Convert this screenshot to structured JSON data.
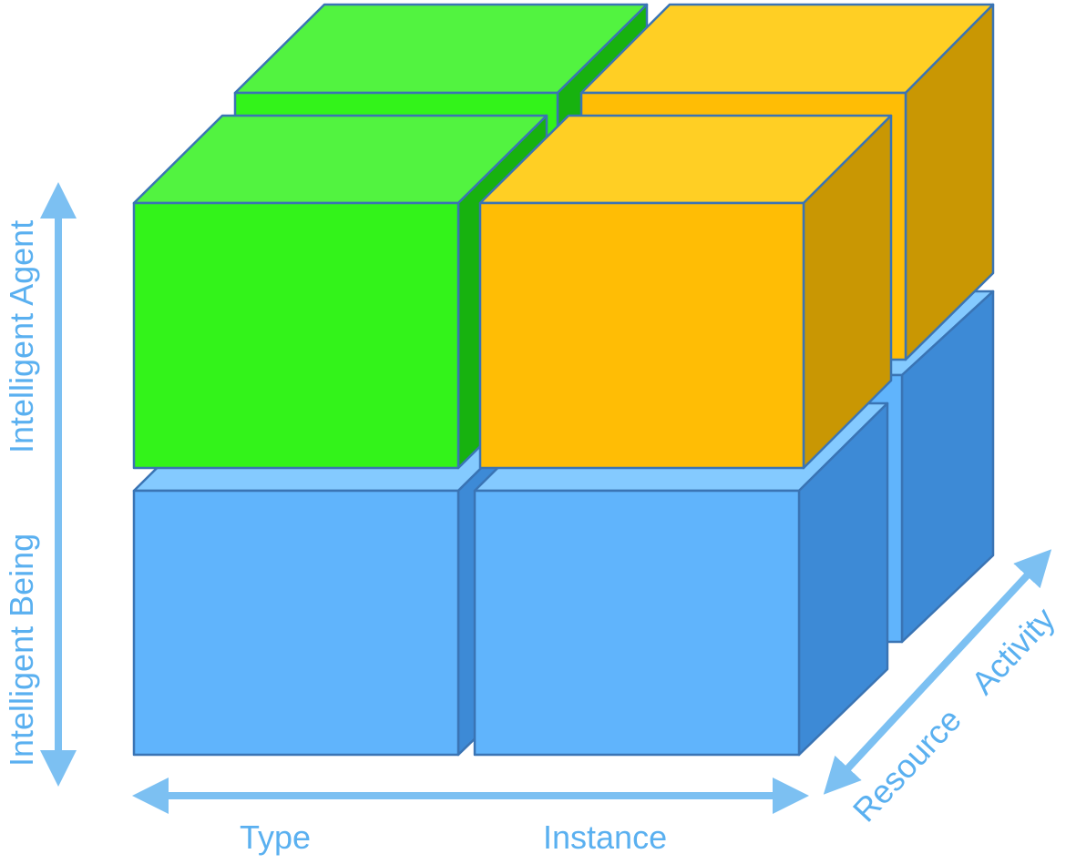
{
  "axes": {
    "horizontal": {
      "labels": [
        "Type",
        "Instance"
      ]
    },
    "vertical": {
      "labels": [
        "Intelligent Being",
        "Intelligent Agent"
      ]
    },
    "depth": {
      "labels": [
        "Resource",
        "Activity"
      ]
    }
  },
  "colors": {
    "axis_text": "#5ab0f0",
    "arrow": "#7cc0f2",
    "edge": "#3a74b4",
    "green_front": "#33f31a",
    "green_top": "#52f340",
    "green_side": "#17b20f",
    "orange_front": "#ffbd05",
    "orange_top": "#ffcf24",
    "orange_side": "#c99703",
    "blue_front": "#60b4fc",
    "blue_top": "#84caff",
    "blue_side": "#3d8ad6"
  },
  "blocks": [
    {
      "name": "agent-type-back",
      "color": "green",
      "layer": "upper",
      "row": "back",
      "col": "type"
    },
    {
      "name": "agent-instance-back",
      "color": "orange",
      "layer": "upper",
      "row": "back",
      "col": "instance"
    },
    {
      "name": "agent-type-front",
      "color": "green",
      "layer": "upper",
      "row": "front",
      "col": "type"
    },
    {
      "name": "agent-instance-front",
      "color": "orange",
      "layer": "upper",
      "row": "front",
      "col": "instance"
    },
    {
      "name": "being-instance-back",
      "color": "blue",
      "layer": "lower",
      "row": "back",
      "col": "instance"
    },
    {
      "name": "being-type-front",
      "color": "blue",
      "layer": "lower",
      "row": "front",
      "col": "type"
    },
    {
      "name": "being-instance-front",
      "color": "blue",
      "layer": "lower",
      "row": "front",
      "col": "instance"
    }
  ]
}
